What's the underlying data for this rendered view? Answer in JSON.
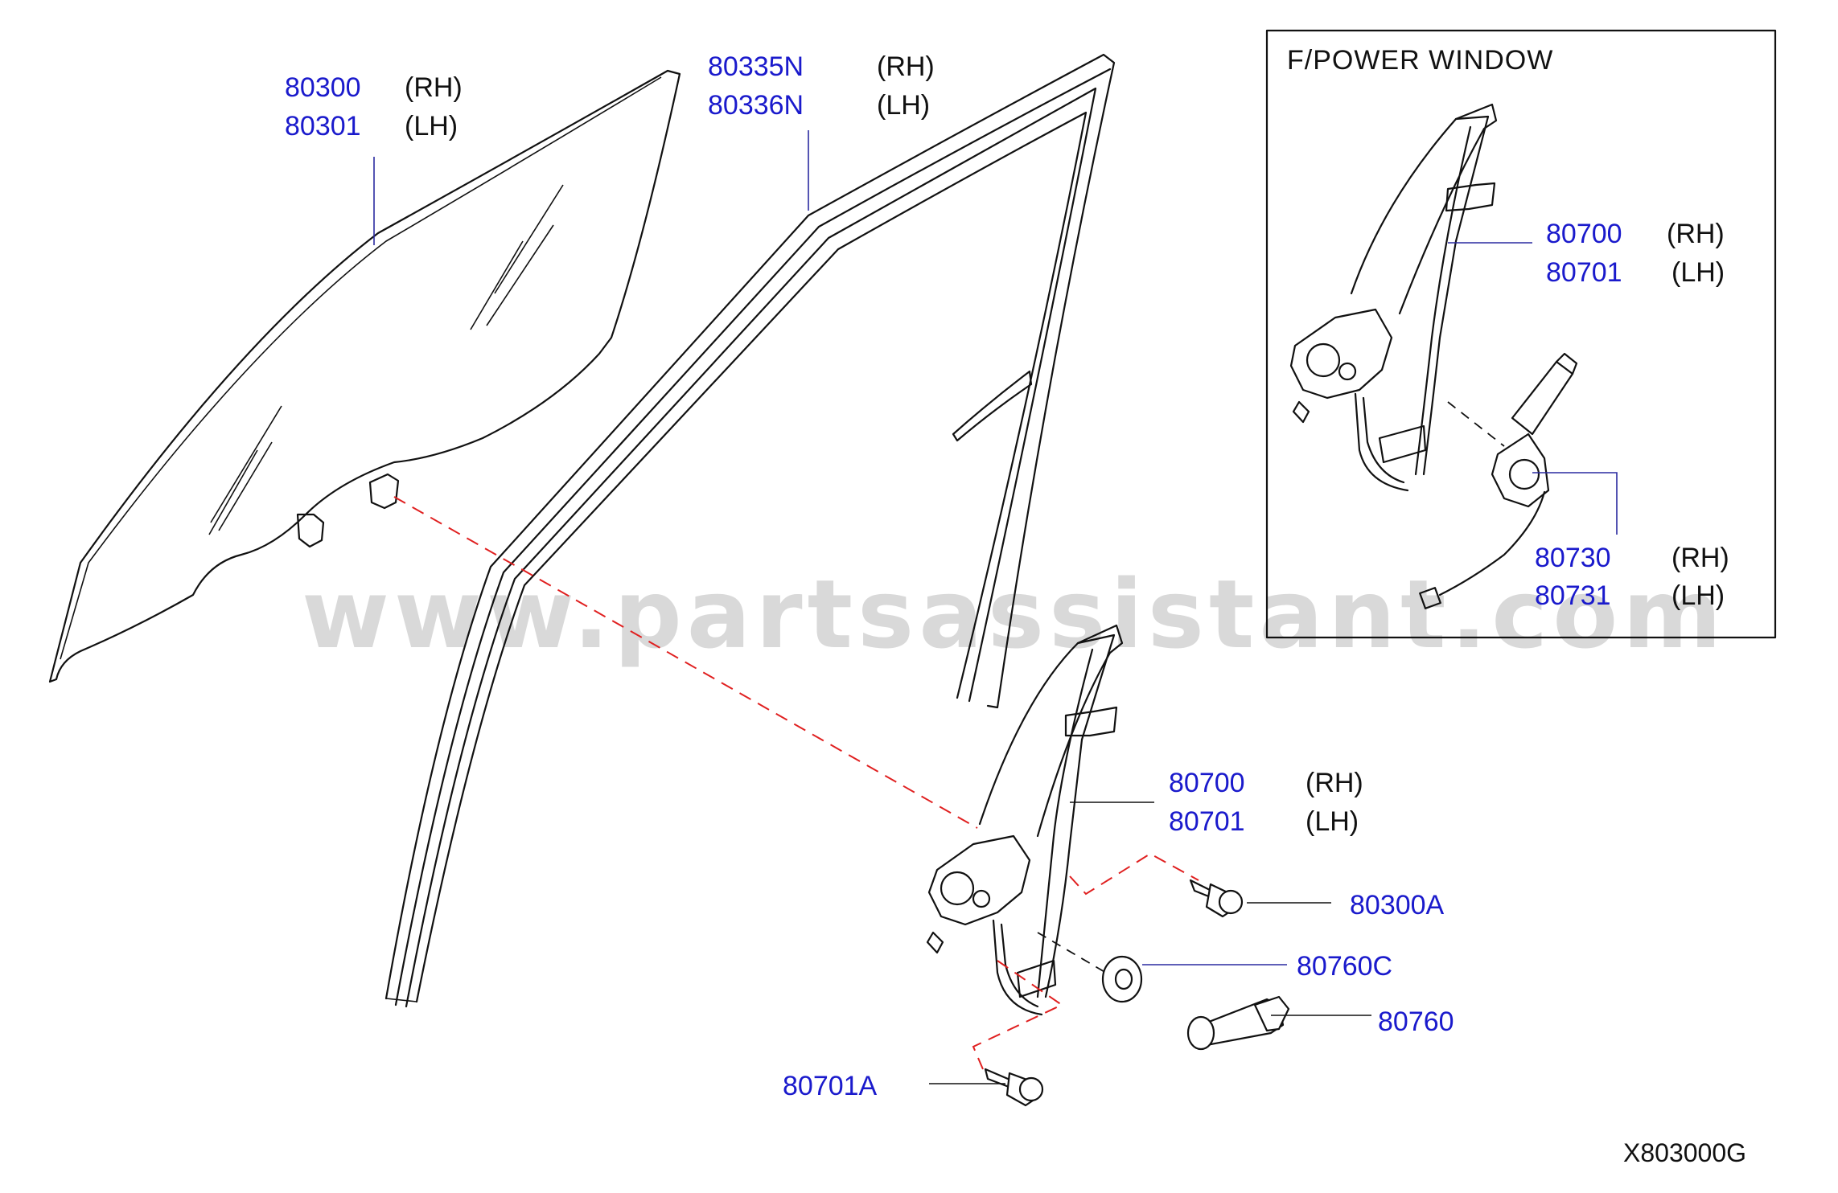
{
  "diagram": {
    "watermark": "www.partsassistant.com",
    "drawing_code": "X803000G",
    "inset": {
      "title": "F/POWER  WINDOW",
      "callouts": [
        {
          "parts": [
            "80700",
            "80701"
          ],
          "sides": [
            "(RH)",
            "(LH)"
          ]
        },
        {
          "parts": [
            "80730",
            "80731"
          ],
          "sides": [
            "(RH)",
            "(LH)"
          ]
        }
      ]
    },
    "callouts": [
      {
        "parts": [
          "80300",
          "80301"
        ],
        "sides": [
          "(RH)",
          "(LH)"
        ]
      },
      {
        "parts": [
          "80335N",
          "80336N"
        ],
        "sides": [
          "(RH)",
          "(LH)"
        ]
      },
      {
        "parts": [
          "80700",
          "80701"
        ],
        "sides": [
          "(RH)",
          "(LH)"
        ]
      },
      {
        "parts": [
          "80300A"
        ]
      },
      {
        "parts": [
          "80760C"
        ]
      },
      {
        "parts": [
          "80760"
        ]
      },
      {
        "parts": [
          "80701A"
        ]
      }
    ]
  },
  "colors": {
    "part_number": "#1a1acc",
    "line": "#111111",
    "guide_line": "#e02020",
    "watermark": "#d9d9d9"
  }
}
